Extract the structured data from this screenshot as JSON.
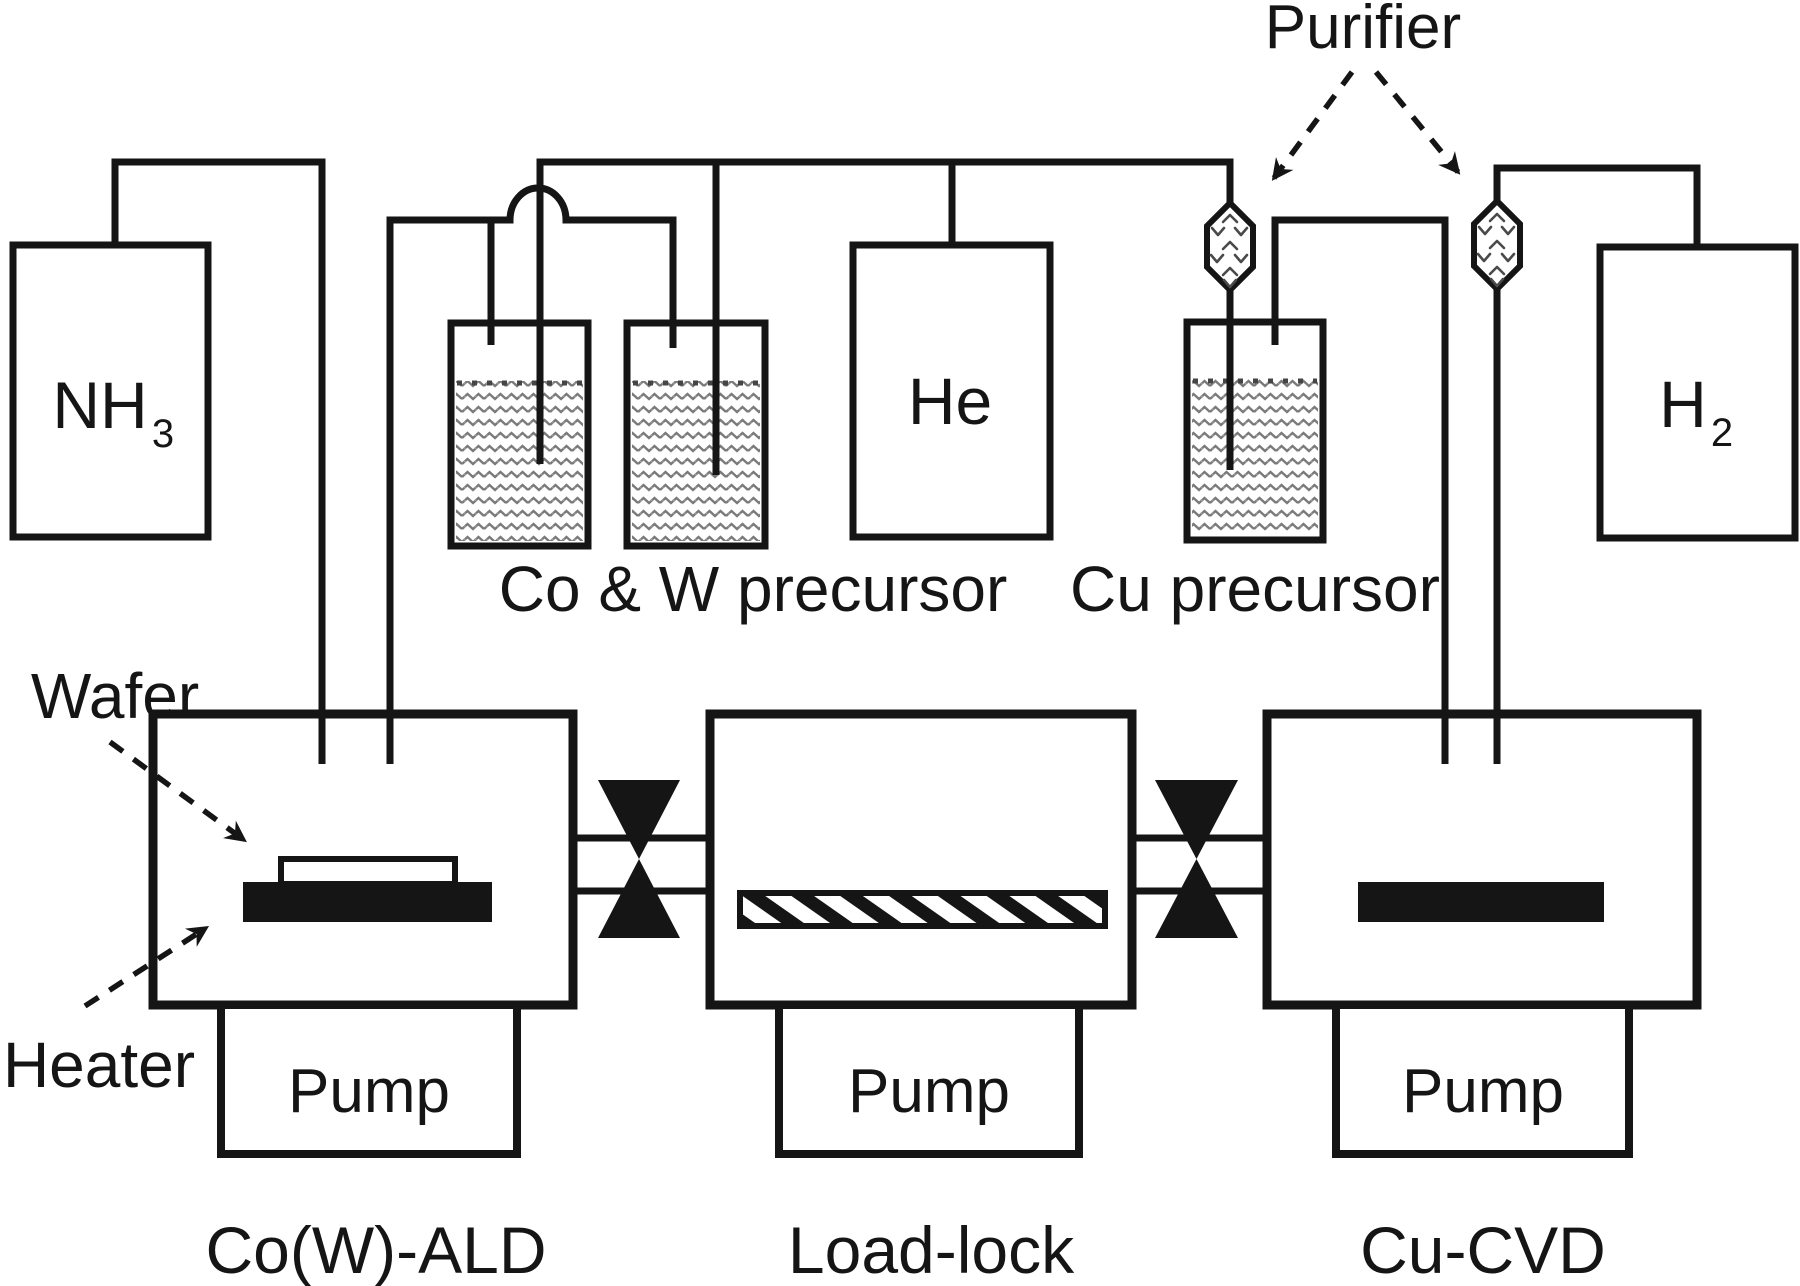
{
  "diagram": {
    "purifier_label": "Purifier",
    "wafer_label": "Wafer",
    "heater_label": "Heater",
    "co_w_precursor_label": "Co & W precursor",
    "cu_precursor_label": "Cu precursor"
  },
  "gas_sources": [
    {
      "id": "nh3",
      "main": "NH",
      "sub": "3"
    },
    {
      "id": "he",
      "main": "He",
      "sub": ""
    },
    {
      "id": "h2",
      "main": "H",
      "sub": "2"
    }
  ],
  "chambers": [
    {
      "name": "Co(W)-ALD",
      "pump": "Pump"
    },
    {
      "name": "Load-lock",
      "pump": "Pump"
    },
    {
      "name": "Cu-CVD",
      "pump": "Pump"
    }
  ],
  "colors": {
    "line": "#151515",
    "liquid": "#7a7a7a",
    "background": "#ffffff"
  }
}
